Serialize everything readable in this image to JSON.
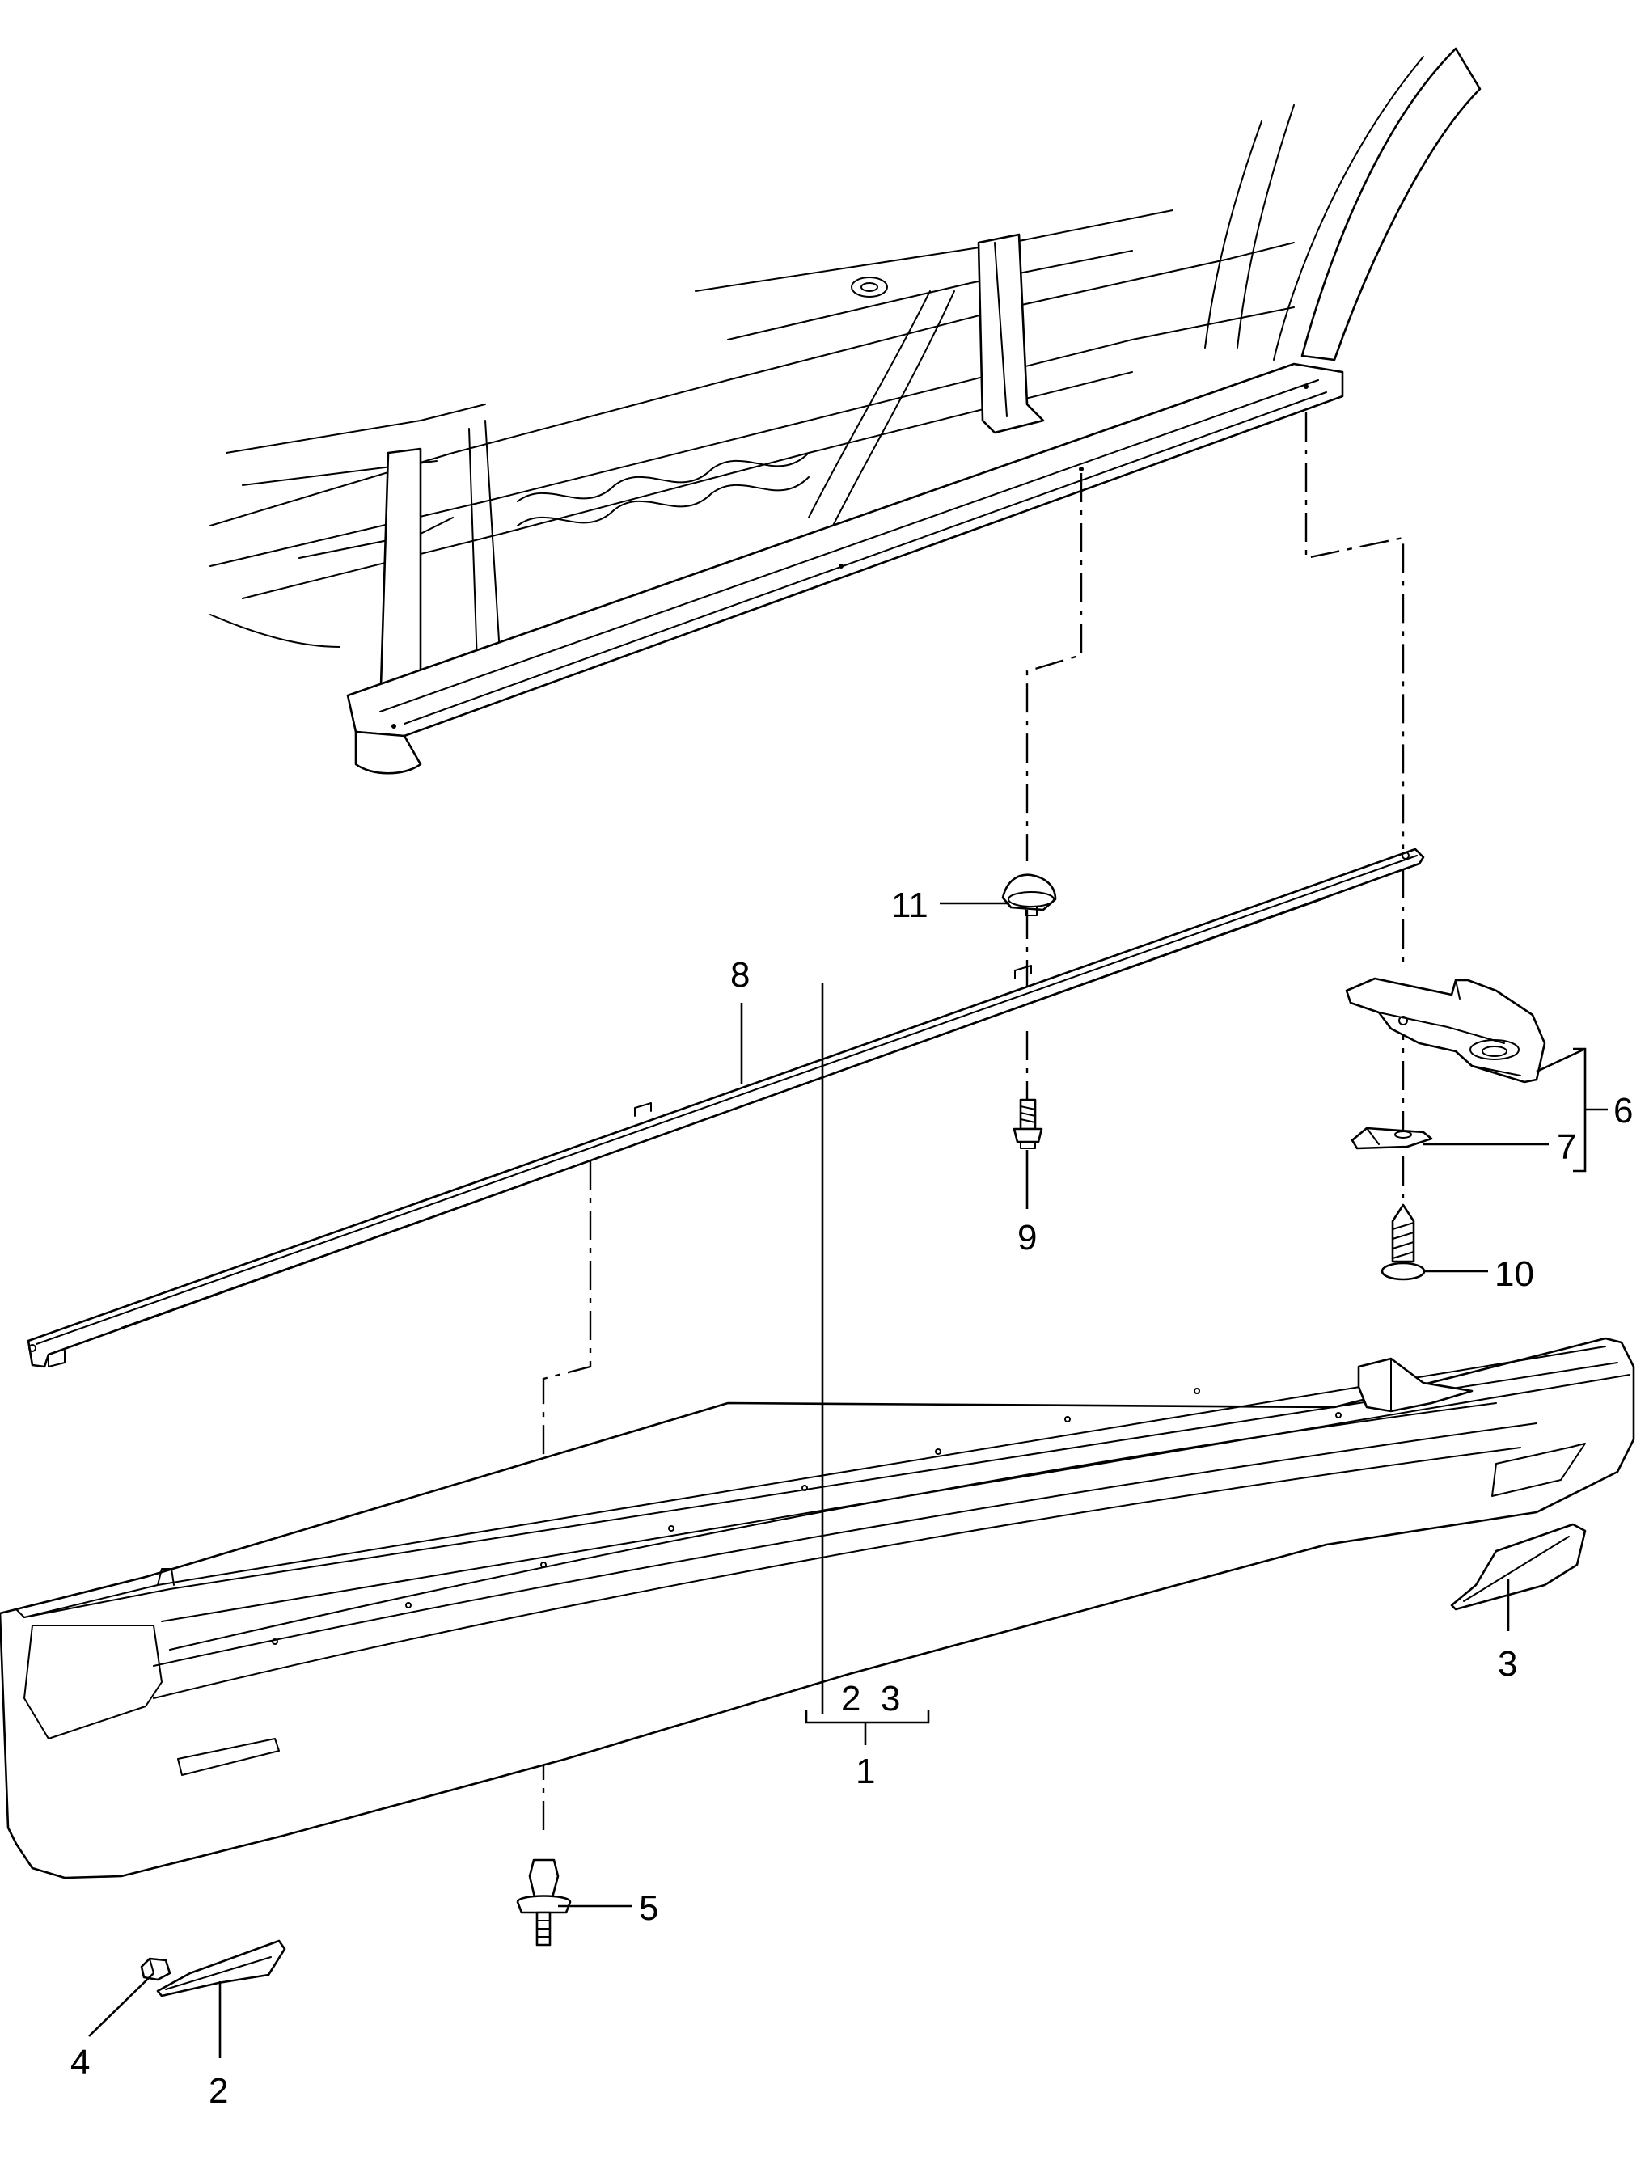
{
  "callouts": [
    {
      "id": "1",
      "label": "1"
    },
    {
      "id": "2",
      "label": "2"
    },
    {
      "id": "3",
      "label": "3"
    },
    {
      "id": "4",
      "label": "4"
    },
    {
      "id": "5",
      "label": "5"
    },
    {
      "id": "6",
      "label": "6"
    },
    {
      "id": "7",
      "label": "7"
    },
    {
      "id": "8",
      "label": "8"
    },
    {
      "id": "9",
      "label": "9"
    },
    {
      "id": "10",
      "label": "10"
    },
    {
      "id": "11",
      "label": "11"
    }
  ],
  "group_1_members": "2  3",
  "colors": {
    "line": "#000000",
    "background": "#ffffff"
  }
}
